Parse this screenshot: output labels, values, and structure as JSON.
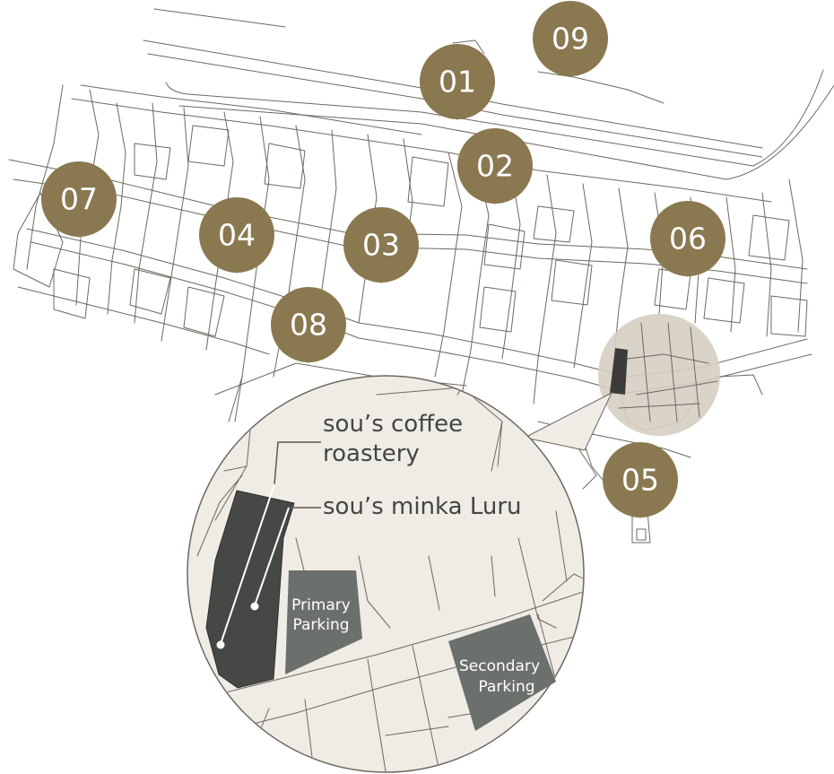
{
  "pins": [
    {
      "label": "09"
    },
    {
      "label": "01"
    },
    {
      "label": "02"
    },
    {
      "label": "07"
    },
    {
      "label": "04"
    },
    {
      "label": "03"
    },
    {
      "label": "06"
    },
    {
      "label": "08"
    },
    {
      "label": "05"
    }
  ],
  "callout": {
    "coffee_line1": "sou’s coffee",
    "coffee_line2": "roastery",
    "minka": "sou’s minka Luru",
    "primary_line1": "Primary",
    "primary_line2": "Parking",
    "secondary_line1": "Secondary",
    "secondary_line2": "Parking"
  },
  "colors": {
    "pin": "#8a7850",
    "land": "#efece5",
    "highlight": "#d6cec2",
    "building": "#454845",
    "parking": "#6c706d",
    "road_line": "#6e6761"
  }
}
